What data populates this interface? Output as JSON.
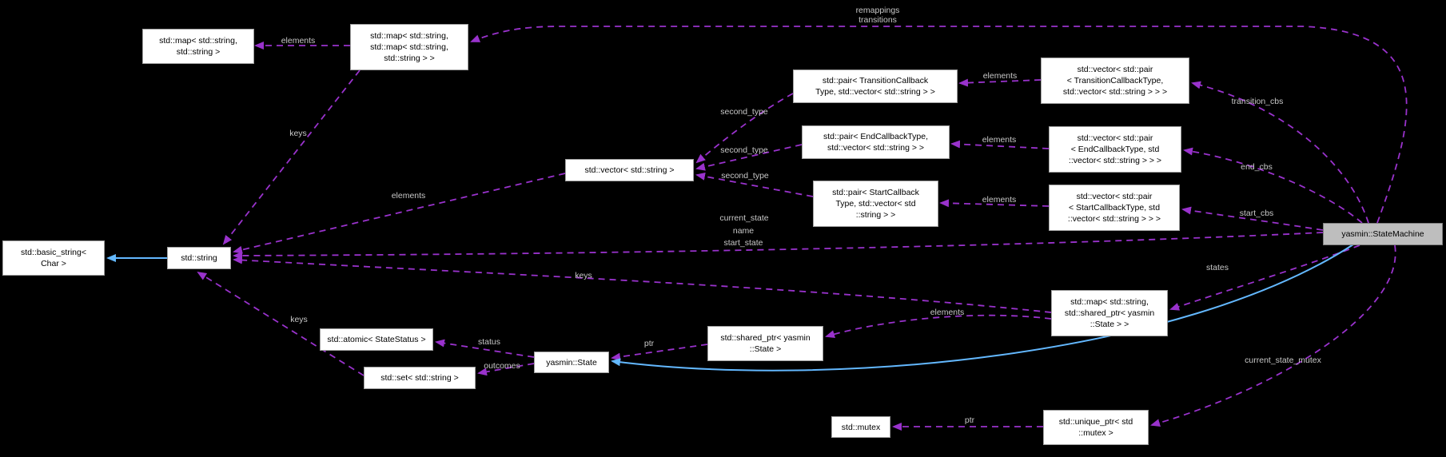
{
  "diagram_type": "doxygen-collaboration-graph",
  "highlighted_node": "yasmin::StateMachine",
  "colors": {
    "background": "#000000",
    "node_bg": "#ffffff",
    "node_border": "#a0a0a0",
    "highlight_node_bg": "#bebebe",
    "dashed_edge": "#9932cc",
    "inheritance_edge": "#63b8ff",
    "edge_label_text": "#c8c8c8"
  },
  "nodes": {
    "map_string_string": {
      "lines": [
        "std::map< std::string,",
        "std::string >"
      ]
    },
    "map_string_map": {
      "lines": [
        "std::map< std::string,",
        "std::map< std::string,",
        "std::string > >"
      ]
    },
    "pair_transition": {
      "lines": [
        "std::pair< TransitionCallback",
        "Type, std::vector< std::string > >"
      ]
    },
    "vector_transition": {
      "lines": [
        "std::vector< std::pair",
        "< TransitionCallbackType,",
        "std::vector< std::string > > >"
      ]
    },
    "pair_end": {
      "lines": [
        "std::pair< EndCallbackType,",
        "std::vector< std::string > >"
      ]
    },
    "vector_end": {
      "lines": [
        "std::vector< std::pair",
        "< EndCallbackType, std",
        "::vector< std::string > > >"
      ]
    },
    "vector_string": {
      "lines": [
        "std::vector< std::string >"
      ]
    },
    "pair_start": {
      "lines": [
        "std::pair< StartCallback",
        "Type, std::vector< std",
        "::string > >"
      ]
    },
    "vector_start": {
      "lines": [
        "std::vector< std::pair",
        "< StartCallbackType, std",
        "::vector< std::string > > >"
      ]
    },
    "basic_string": {
      "lines": [
        "std::basic_string<",
        "Char >"
      ]
    },
    "string": {
      "lines": [
        "std::string"
      ]
    },
    "state_machine": {
      "lines": [
        "yasmin::StateMachine"
      ]
    },
    "atomic": {
      "lines": [
        "std::atomic< StateStatus >"
      ]
    },
    "set_string": {
      "lines": [
        "std::set< std::string >"
      ]
    },
    "state": {
      "lines": [
        "yasmin::State"
      ]
    },
    "shared_ptr": {
      "lines": [
        "std::shared_ptr< yasmin",
        "::State >"
      ]
    },
    "map_states": {
      "lines": [
        "std::map< std::string,",
        "std::shared_ptr< yasmin",
        "::State > >"
      ]
    },
    "mutex": {
      "lines": [
        "std::mutex"
      ]
    },
    "unique_ptr": {
      "lines": [
        "std::unique_ptr< std",
        "::mutex >"
      ]
    }
  },
  "edge_labels": {
    "elements_map": "elements",
    "keys_map": "keys",
    "remappings": "remappings",
    "transitions": "transitions",
    "elements_transition": "elements",
    "transition_cbs": "transition_cbs",
    "second_type_transition": "second_type",
    "elements_end": "elements",
    "end_cbs": "end_cbs",
    "second_type_end": "second_type",
    "second_type_start": "second_type",
    "elements_start": "elements",
    "start_cbs": "start_cbs",
    "elements_vector_string": "elements",
    "current_state": "current_state",
    "name": "name",
    "start_state": "start_state",
    "states": "states",
    "keys_states": "keys",
    "elements_states": "elements",
    "ptr_state": "ptr",
    "status": "status",
    "outcomes": "outcomes",
    "keys_set": "keys",
    "ptr_mutex": "ptr",
    "current_state_mutex": "current_state_mutex"
  }
}
